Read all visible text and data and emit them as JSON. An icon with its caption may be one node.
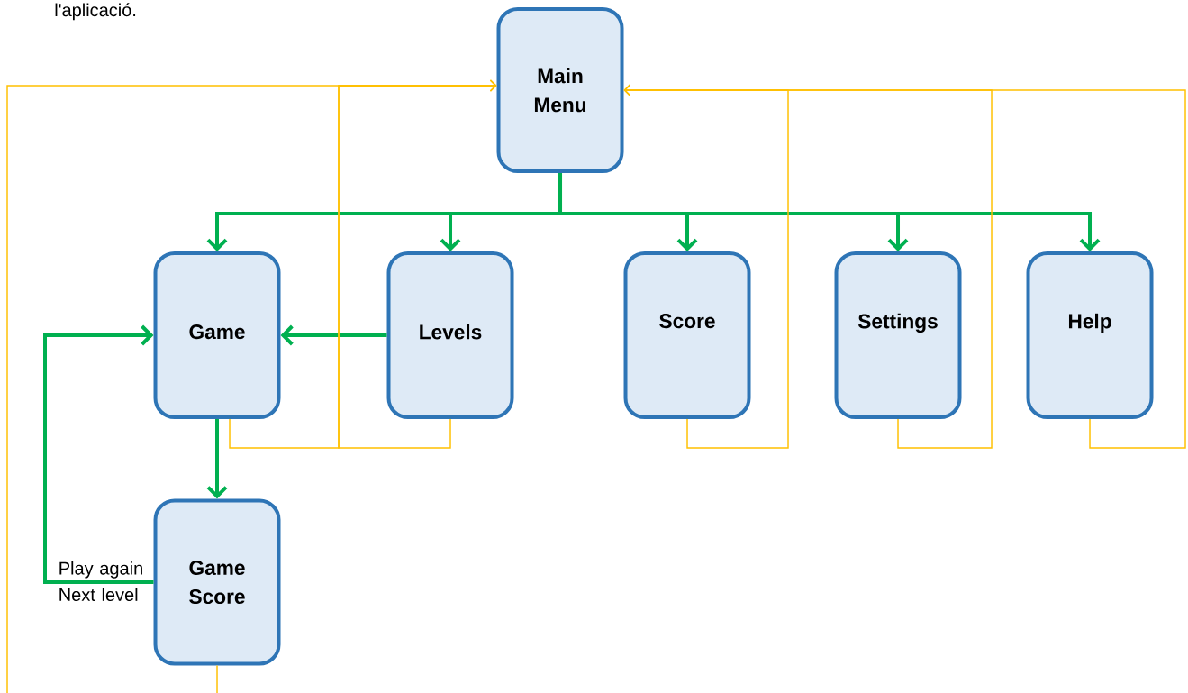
{
  "diagram": {
    "nodes": [
      {
        "text": [
          "Main Menu"
        ]
      },
      {
        "text": [
          "Game"
        ]
      },
      {
        "text": [
          "Levels"
        ]
      },
      {
        "text": [
          "Score"
        ]
      },
      {
        "text": [
          "Settings"
        ]
      },
      {
        "text": [
          "Help"
        ]
      },
      {
        "text": [
          "Game Score"
        ]
      }
    ],
    "edges": [
      {
        "from": 0,
        "to": 1,
        "arrow": "to"
      },
      {
        "from": 0,
        "to": 2,
        "arrow": "to"
      },
      {
        "from": 0,
        "to": 3,
        "arrow": "to"
      },
      {
        "from": 0,
        "to": 4,
        "arrow": "to"
      },
      {
        "from": 0,
        "to": 5,
        "arrow": "to"
      },
      {
        "from": 2,
        "to": 1,
        "arrow": "to"
      },
      {
        "from": 1,
        "to": 6,
        "arrow": "to"
      },
      {
        "from": 6,
        "to": 1,
        "arrow": "to",
        "label": "Play again Next level"
      },
      {
        "from": 1,
        "to": 0,
        "arrow": "to",
        "color": "#ffc000"
      },
      {
        "from": 2,
        "to": 0,
        "arrow": "to",
        "color": "#ffc000"
      },
      {
        "from": 6,
        "to": 0,
        "arrow": "to",
        "color": "#ffc000"
      },
      {
        "from": 3,
        "to": 0,
        "arrow": "to",
        "color": "#ffc000"
      },
      {
        "from": 4,
        "to": 0,
        "arrow": "to",
        "color": "#ffc000"
      },
      {
        "from": 5,
        "to": 0,
        "arrow": "to",
        "color": "#ffc000"
      }
    ],
    "labels": [
      "l'aplicació."
    ]
  }
}
